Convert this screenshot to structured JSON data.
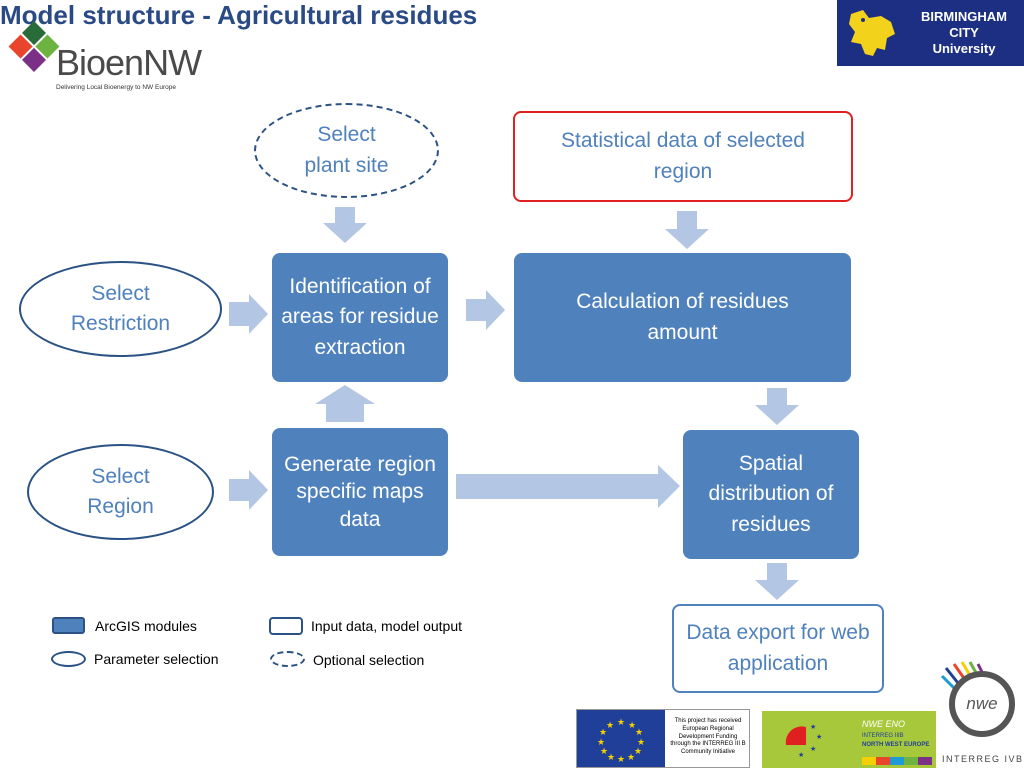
{
  "header": {
    "title": "Model structure - Agricultural residues",
    "left_logo": {
      "name": "BioenNW",
      "tagline": "Delivering Local Bioenergy to NW Europe"
    },
    "right_logo": {
      "line1": "BIRMINGHAM",
      "line2": "CITY",
      "line3": "University"
    }
  },
  "diagram": {
    "select_plant_site": "Select plant site",
    "statistical_data": "Statistical data of selected region",
    "select_restriction": "Select Restriction",
    "identification": "Identification of areas for residue extraction",
    "calculation": "Calculation of residues amount",
    "select_region": "Select Region",
    "generate": "Generate region specific maps data",
    "spatial": "Spatial distribution of residues",
    "data_export": "Data export for web application"
  },
  "legend": {
    "arcgis": "ArcGIS modules",
    "input_output": "Input data, model output",
    "parameter": "Parameter selection",
    "optional": "Optional selection"
  },
  "footer": {
    "eu_text": "This project has received European Regional Development Funding through the INTERREG III B Community Initiative",
    "nwe_eno_line1": "NWE ENO",
    "nwe_eno_line2": "INTERREG IIIB",
    "nwe_eno_line3": "NORTH WEST EUROPE",
    "nwe_logo": "nwe",
    "interreg_text": "INTERREG IVB"
  },
  "colors": {
    "module_blue": "#4f81bd",
    "title_blue": "#2a4a86",
    "arrow": "#b3c6e3",
    "input_red": "#e02020",
    "oval_border": "#2b5284"
  }
}
